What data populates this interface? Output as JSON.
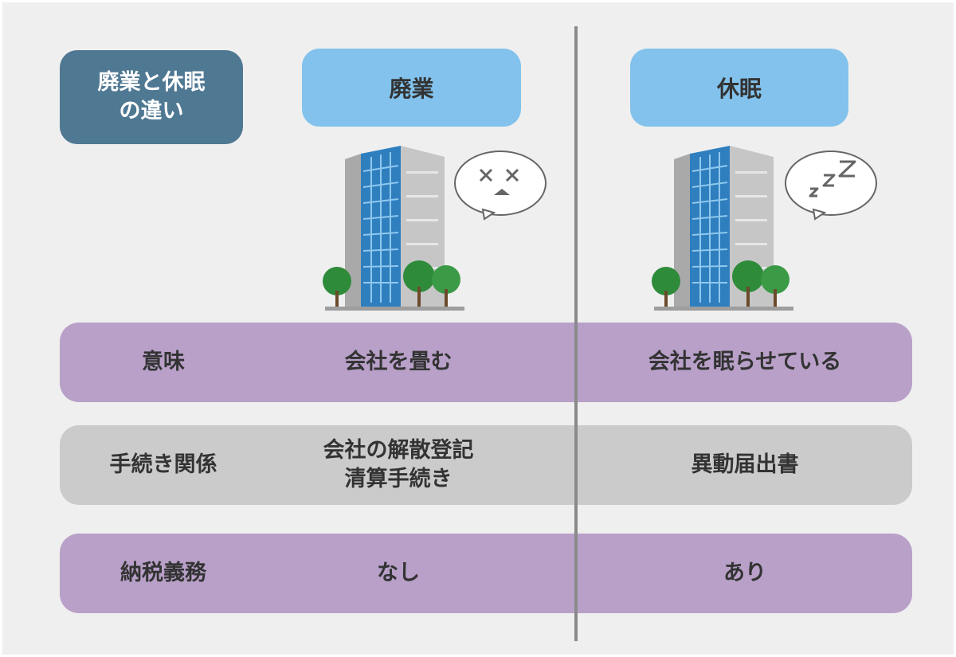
{
  "title": "廃業と休眠の違い",
  "columns": [
    {
      "label": "廃業"
    },
    {
      "label": "休眠"
    }
  ],
  "rows": [
    {
      "label": "意味",
      "closure": "会社を畳む",
      "dormancy": "会社を眠らせている"
    },
    {
      "label": "手続き関係",
      "closure": "会社の解散登記\n清算手続き",
      "dormancy": "異動届出書"
    },
    {
      "label": "納税義務",
      "closure": "なし",
      "dormancy": "あり"
    }
  ],
  "colors": {
    "title_bg": "#4f7893",
    "header_bg": "#82c2ec",
    "row_purple": "#b8a0c8",
    "row_gray": "#cbcbcb",
    "divider": "#8a8a8a"
  },
  "icons": {
    "left": [
      "office-building-icon",
      "dizzy-face-speech-bubble-icon"
    ],
    "right": [
      "office-building-icon",
      "sleeping-zzz-speech-bubble-icon"
    ]
  }
}
